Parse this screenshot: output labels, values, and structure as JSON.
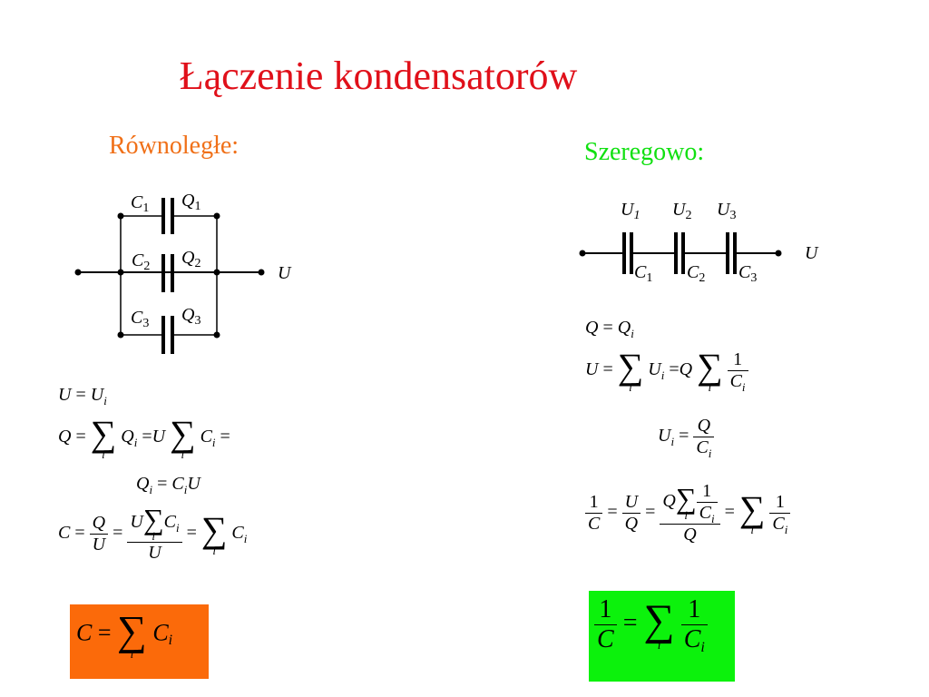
{
  "slide": {
    "title": "Łączenie kondensatorów",
    "parallel_heading": "Równoległe:",
    "series_heading": "Szeregowo:"
  },
  "parallel_circuit": {
    "caps": [
      {
        "c": "C",
        "c_sub": "1",
        "q": "Q",
        "q_sub": "1"
      },
      {
        "c": "C",
        "c_sub": "2",
        "q": "Q",
        "q_sub": "2"
      },
      {
        "c": "C",
        "c_sub": "3",
        "q": "Q",
        "q_sub": "3"
      }
    ],
    "voltage_label": "U"
  },
  "series_circuit": {
    "voltages": [
      {
        "u": "U",
        "sub": "1"
      },
      {
        "u": "U",
        "sub": "2"
      },
      {
        "u": "U",
        "sub": "3"
      }
    ],
    "caps": [
      {
        "c": "C",
        "sub": "1"
      },
      {
        "c": "C",
        "sub": "2"
      },
      {
        "c": "C",
        "sub": "3"
      }
    ],
    "voltage_label": "U"
  },
  "symbols": {
    "U": "U",
    "Q": "Q",
    "C": "C",
    "i": "i",
    "one": "1",
    "eq": "=",
    "sum": "∑"
  },
  "colors": {
    "title": "#e0101a",
    "parallel": "#f07018",
    "series": "#10e010",
    "box_parallel": "#fb6a0a",
    "box_series": "#0cf20c"
  }
}
